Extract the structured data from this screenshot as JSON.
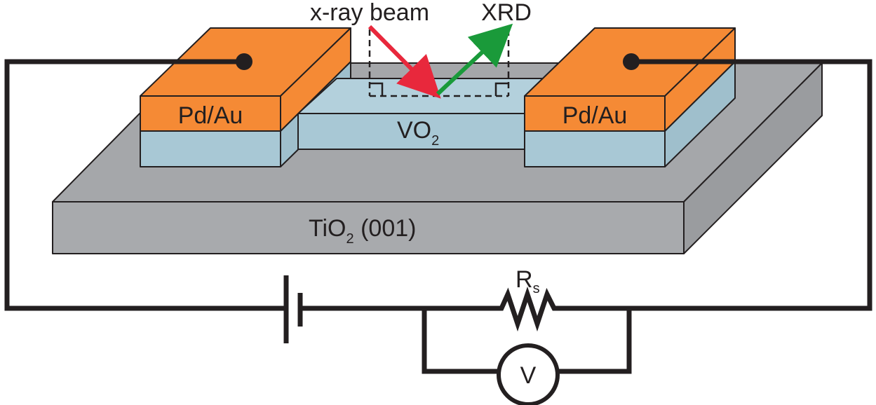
{
  "labels": {
    "xray_beam": "x-ray beam",
    "xrd": "XRD",
    "contact_left": "Pd/Au",
    "contact_right": "Pd/Au",
    "channel_base": "VO",
    "channel_sub": "2",
    "substrate_base": "TiO",
    "substrate_sub": "2",
    "substrate_rest": " (001)",
    "resistor_base": "R",
    "resistor_sub": "s",
    "voltmeter": "V"
  },
  "colors": {
    "gold_top": "#f58a35",
    "gold_front": "#f58a35",
    "gold_side": "#f58a35",
    "vo2_top": "#b3d0dc",
    "vo2_front": "#a8c8d5",
    "vo2_side": "#9fbfcc",
    "substrate_top": "#a5a7aa",
    "substrate_front": "#a8aaad",
    "substrate_side": "#9a9c9f",
    "xray": "#e8283c",
    "xrd": "#1a9a3a",
    "wire": "#231f20"
  },
  "icons": {
    "battery": "battery-symbol-icon",
    "resistor": "resistor-zigzag-icon",
    "voltmeter": "voltmeter-circle-icon"
  }
}
